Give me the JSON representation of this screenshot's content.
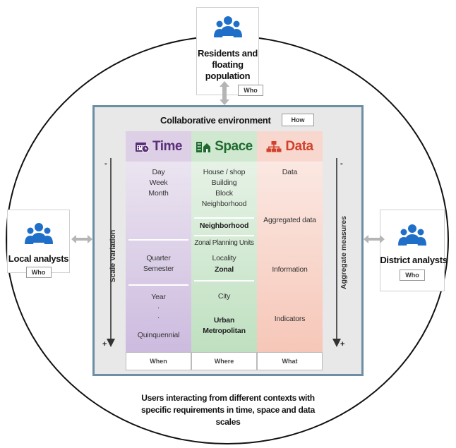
{
  "actors": {
    "top": {
      "title_line1": "Residents and",
      "title_line2": "floating population",
      "tag": "Who"
    },
    "left": {
      "title": "Local analysts",
      "tag": "Who"
    },
    "right": {
      "title": "District analysts",
      "tag": "Who"
    }
  },
  "environment": {
    "title": "Collaborative environment",
    "tag": "How"
  },
  "columns": {
    "time": {
      "header": "Time",
      "footer": "When",
      "color_header": "#ddd0e6",
      "color_body": "#d6c7e3",
      "text_color": "#5a2f7a",
      "cells": [
        "Day",
        "Week",
        "Month",
        "Quarter",
        "Semester",
        "Year",
        ".",
        ".",
        "Quinquennial"
      ]
    },
    "space": {
      "header": "Space",
      "footer": "Where",
      "color_header": "#cfe8cf",
      "color_body": "#cfe6cf",
      "text_color": "#1f6b2f",
      "cells": [
        "House / shop",
        "Building",
        "Block",
        "Neighborhood",
        "Neighborhood",
        "Zonal Planning Units",
        "Locality",
        "Zonal",
        "City",
        "Urban",
        "Metropolitan"
      ]
    },
    "data": {
      "header": "Data",
      "footer": "What",
      "color_header": "#f8d8ce",
      "color_body": "#f8d9cf",
      "text_color": "#d2412b",
      "cells": [
        "Data",
        "Aggregated data",
        "Information",
        "Indicators"
      ]
    }
  },
  "axes": {
    "left_label": "Scale Variation",
    "left_top": "-",
    "left_bottom": "+",
    "right_label": "Aggregate measures",
    "right_top": "-",
    "right_bottom": "+"
  },
  "caption": {
    "line1": "Users interacting from different contexts with",
    "line2": "specific requirements in time, space and data",
    "line3": "scales"
  },
  "icons": {
    "users": "users-group-icon",
    "time": "calendar-clock-icon",
    "space": "buildings-icon",
    "data": "hierarchy-icon"
  },
  "colors": {
    "users_icon": "#1f6fc9",
    "env_border": "#6c8fa5"
  }
}
